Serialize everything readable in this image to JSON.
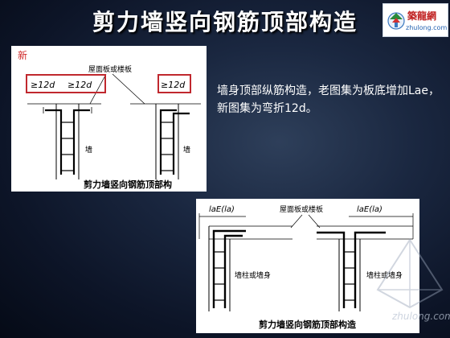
{
  "slide": {
    "title": "剪力墙竖向钢筋顶部构造",
    "note": "墙身顶部纵筋构造，老图集为板底增加Lae，新图集为弯折12d。"
  },
  "logo": {
    "name": "築龍網",
    "url": "zhulong.com"
  },
  "figure_new": {
    "tag": "新",
    "slab_label": "屋面板或楼板",
    "dim_left_a": "≥12d",
    "dim_left_b": "≥12d",
    "dim_right": "≥12d",
    "wall_label_left": "墙",
    "wall_label_right": "墙",
    "caption": "剪力墙竖向钢筋顶部构"
  },
  "figure_old": {
    "slab_label": "屋面板或楼板",
    "lae_left": "laE(la)",
    "lae_right": "laE(la)",
    "col_label_left": "墙柱或墙身",
    "col_label_right": "墙柱或墙身",
    "caption": "剪力墙竖向钢筋顶部构造"
  },
  "watermark": {
    "text": "zhulong.com"
  },
  "colors": {
    "title": "#ffffff",
    "highlight_box": "#c0282e",
    "background_center": "#2e3f5a"
  }
}
